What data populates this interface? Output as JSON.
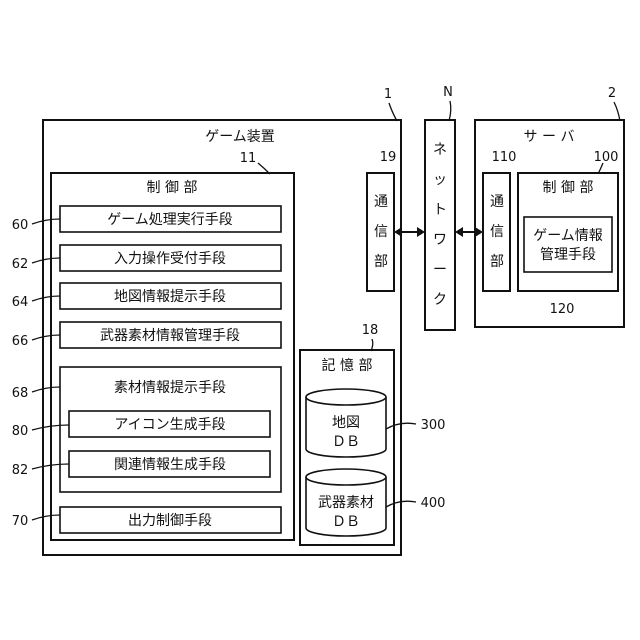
{
  "game_device": {
    "ref": "1",
    "title": "ゲーム装置",
    "control": {
      "ref": "11",
      "title": "制 御 部",
      "units": [
        {
          "ref": "60",
          "label": "ゲーム処理実行手段"
        },
        {
          "ref": "62",
          "label": "入力操作受付手段"
        },
        {
          "ref": "64",
          "label": "地図情報提示手段"
        },
        {
          "ref": "66",
          "label": "武器素材情報管理手段"
        }
      ],
      "material_info": {
        "ref": "68",
        "label": "素材情報提示手段",
        "sub_units": [
          {
            "ref": "80",
            "label": "アイコン生成手段"
          },
          {
            "ref": "82",
            "label": "関連情報生成手段"
          }
        ]
      },
      "output_control": {
        "ref": "70",
        "label": "出力制御手段"
      }
    },
    "comm": {
      "ref": "19",
      "label": [
        "通",
        "信",
        "部"
      ]
    },
    "storage": {
      "ref": "18",
      "title": "記 憶 部",
      "databases": [
        {
          "ref": "300",
          "line1": "地図",
          "line2": "ＤＢ"
        },
        {
          "ref": "400",
          "line1": "武器素材",
          "line2": "ＤＢ"
        }
      ]
    }
  },
  "network": {
    "ref": "N",
    "label": [
      "ネ",
      "ッ",
      "ト",
      "ワ",
      "ー",
      "ク"
    ]
  },
  "server": {
    "ref": "2",
    "title": "サ ー バ",
    "comm": {
      "ref": "110",
      "label": [
        "通",
        "信",
        "部"
      ]
    },
    "control": {
      "ref": "100",
      "title": "制 御 部",
      "unit": {
        "ref": "120",
        "line1": "ゲーム情報",
        "line2": "管理手段"
      }
    }
  }
}
